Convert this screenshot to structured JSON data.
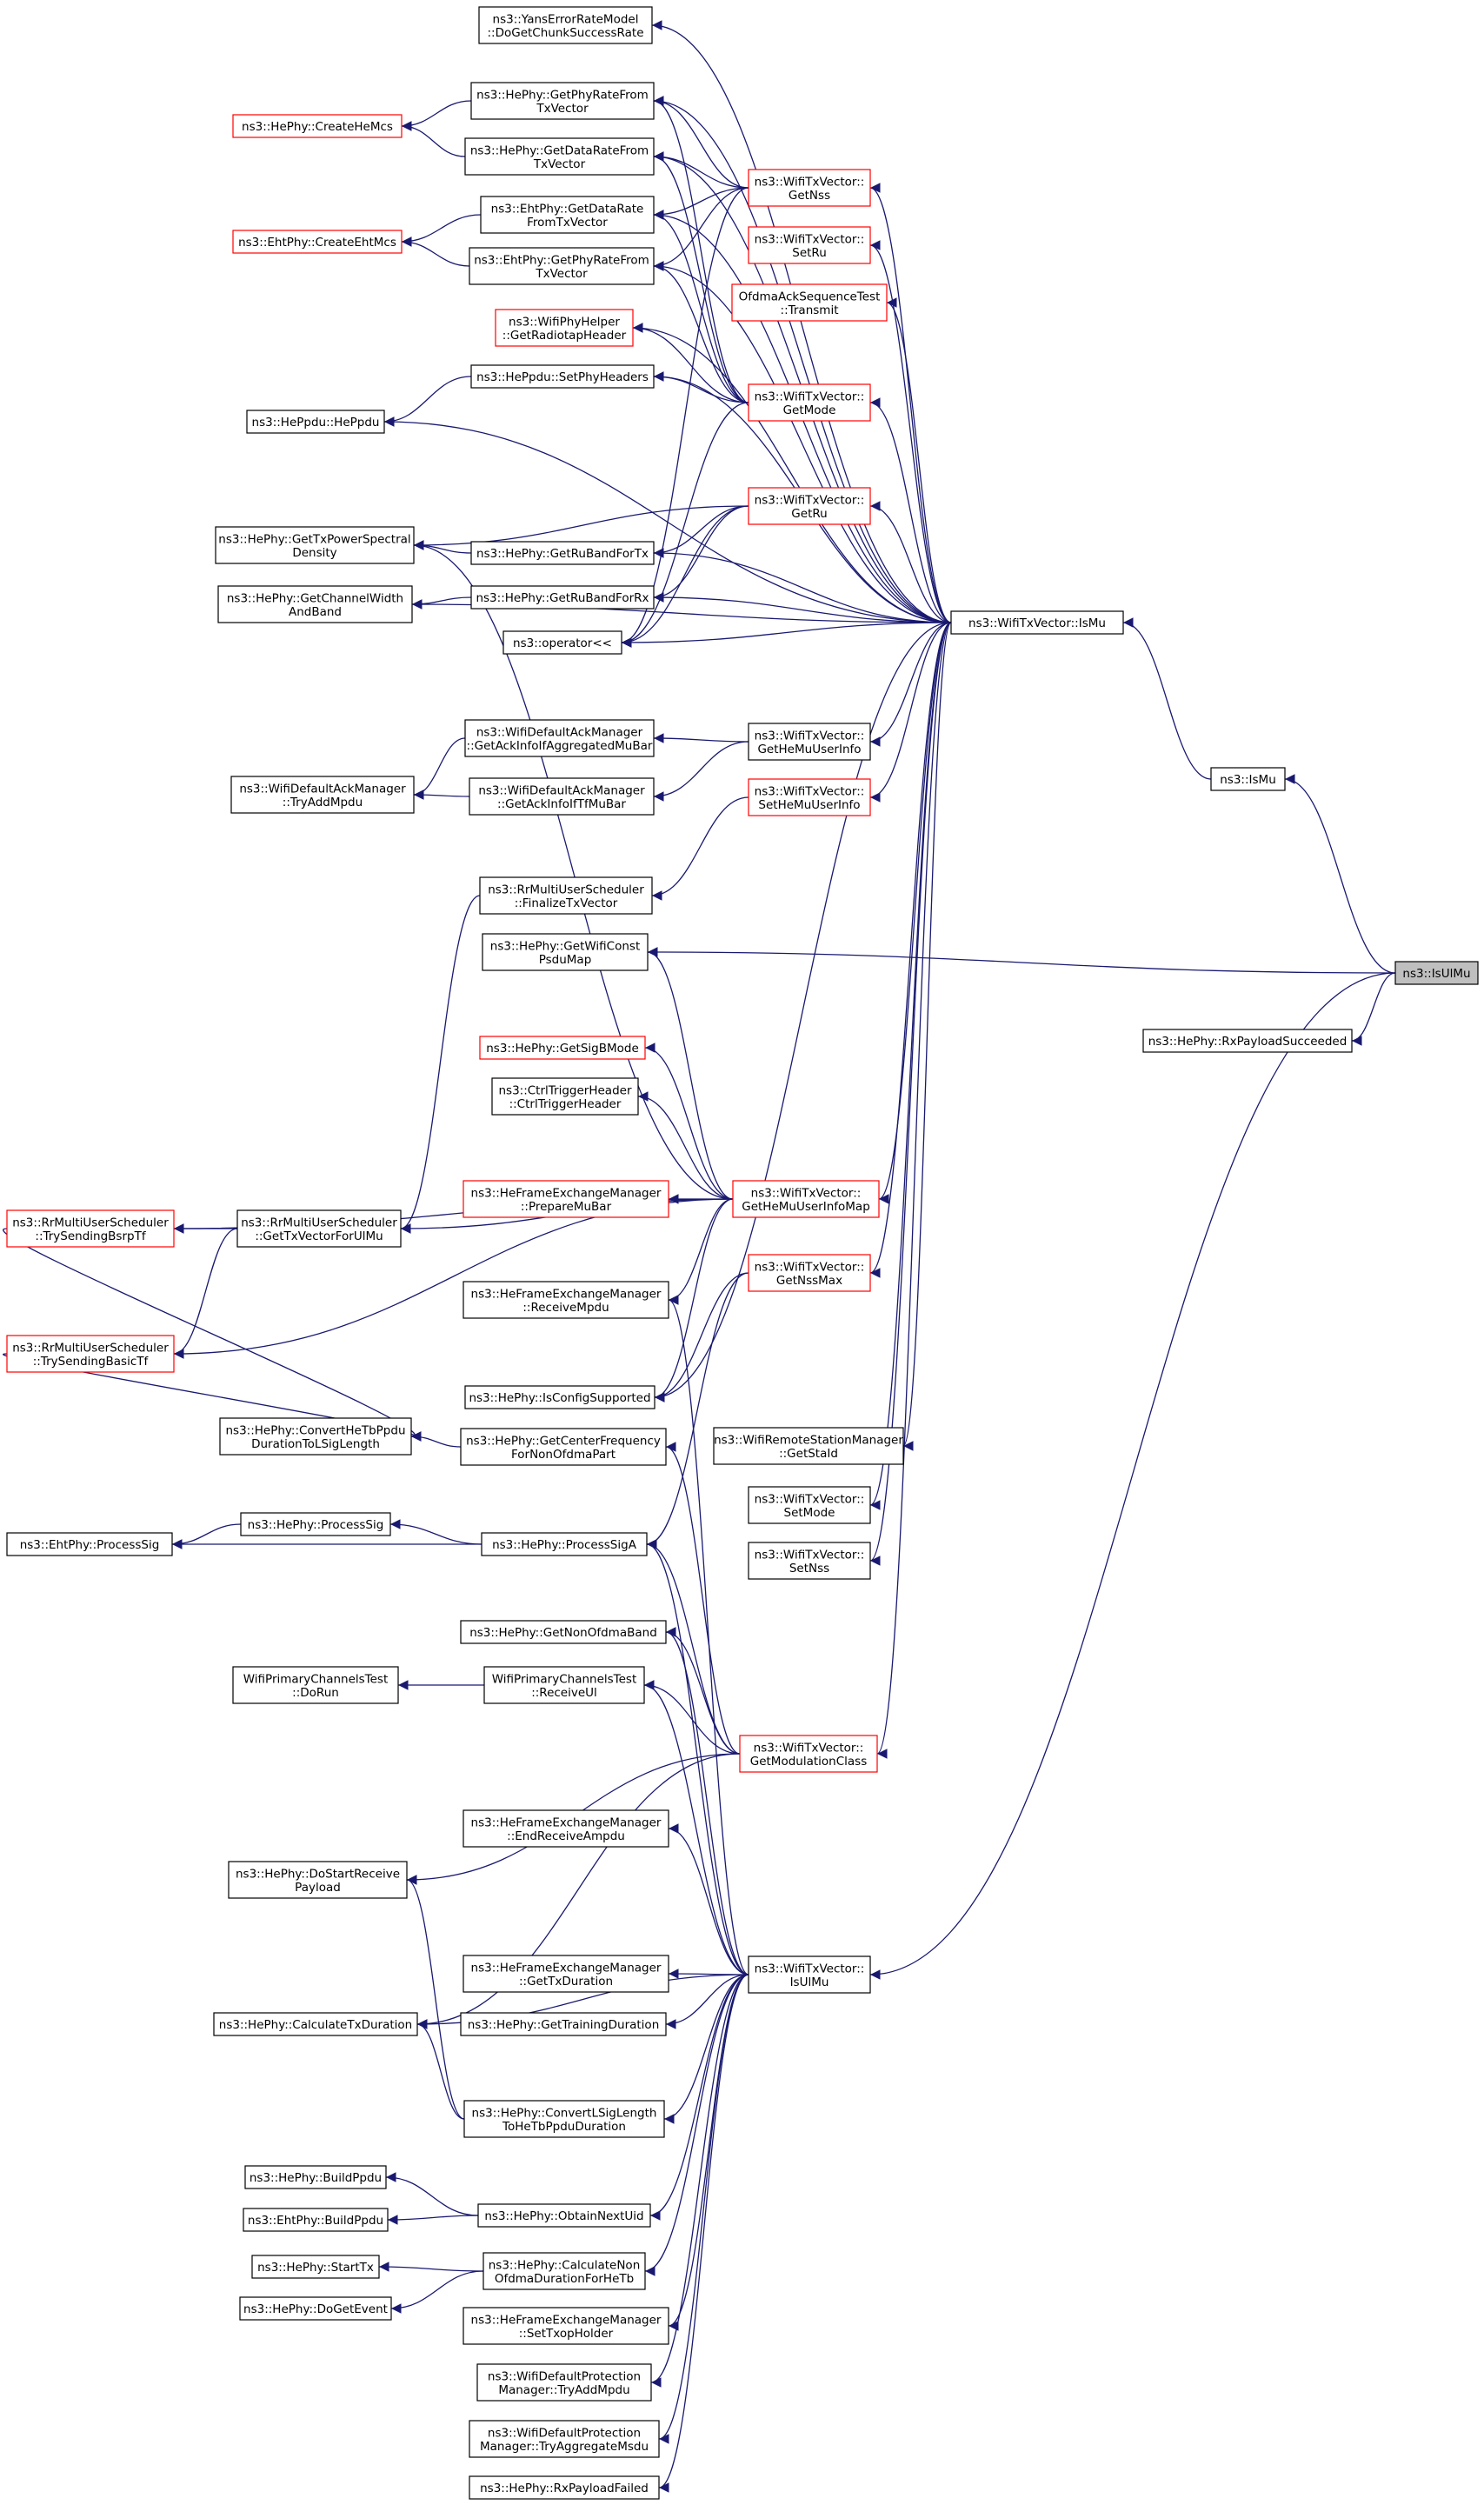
{
  "nodes": [
    {
      "id": "yans",
      "lines": [
        "ns3::YansErrorRateModel",
        "::DoGetChunkSuccessRate"
      ],
      "border": "black"
    },
    {
      "id": "hephy_getphyrate",
      "lines": [
        "ns3::HePhy::GetPhyRateFrom",
        "TxVector"
      ],
      "border": "black"
    },
    {
      "id": "hephy_createhemcs",
      "lines": [
        "ns3::HePhy::CreateHeMcs"
      ],
      "border": "red"
    },
    {
      "id": "hephy_getdatarate",
      "lines": [
        "ns3::HePhy::GetDataRateFrom",
        "TxVector"
      ],
      "border": "black"
    },
    {
      "id": "wtv_getnss",
      "lines": [
        "ns3::WifiTxVector::",
        "GetNss"
      ],
      "border": "red"
    },
    {
      "id": "ehtphy_getdatarate",
      "lines": [
        "ns3::EhtPhy::GetDataRate",
        "FromTxVector"
      ],
      "border": "black"
    },
    {
      "id": "ehtphy_createehtmcs",
      "lines": [
        "ns3::EhtPhy::CreateEhtMcs"
      ],
      "border": "red"
    },
    {
      "id": "wtv_setru",
      "lines": [
        "ns3::WifiTxVector::",
        "SetRu"
      ],
      "border": "red"
    },
    {
      "id": "ehtphy_getphyrate",
      "lines": [
        "ns3::EhtPhy::GetPhyRateFrom",
        "TxVector"
      ],
      "border": "black"
    },
    {
      "id": "ofdma_transmit",
      "lines": [
        "OfdmaAckSequenceTest",
        "::Transmit"
      ],
      "border": "red"
    },
    {
      "id": "wifiphyhelper",
      "lines": [
        "ns3::WifiPhyHelper",
        "::GetRadiotapHeader"
      ],
      "border": "red"
    },
    {
      "id": "heppdu_setphyheaders",
      "lines": [
        "ns3::HePpdu::SetPhyHeaders"
      ],
      "border": "black"
    },
    {
      "id": "wtv_getmode",
      "lines": [
        "ns3::WifiTxVector::",
        "GetMode"
      ],
      "border": "red"
    },
    {
      "id": "heppdu_heppdu",
      "lines": [
        "ns3::HePpdu::HePpdu"
      ],
      "border": "black"
    },
    {
      "id": "wtv_getru",
      "lines": [
        "ns3::WifiTxVector::",
        "GetRu"
      ],
      "border": "red"
    },
    {
      "id": "hephy_gettxpower",
      "lines": [
        "ns3::HePhy::GetTxPowerSpectral",
        "Density"
      ],
      "border": "black"
    },
    {
      "id": "hephy_getrubandfortx",
      "lines": [
        "ns3::HePhy::GetRuBandForTx"
      ],
      "border": "black"
    },
    {
      "id": "hephy_getchannelwidth",
      "lines": [
        "ns3::HePhy::GetChannelWidth",
        "AndBand"
      ],
      "border": "black"
    },
    {
      "id": "hephy_getrubandforrx",
      "lines": [
        "ns3::HePhy::GetRuBandForRx"
      ],
      "border": "black"
    },
    {
      "id": "wtv_ismu",
      "lines": [
        "ns3::WifiTxVector::IsMu"
      ],
      "border": "black"
    },
    {
      "id": "operator",
      "lines": [
        "ns3::operator<<"
      ],
      "border": "black"
    },
    {
      "id": "wdam_getackinfoagg",
      "lines": [
        "ns3::WifiDefaultAckManager",
        "::GetAckInfoIfAggregatedMuBar"
      ],
      "border": "black"
    },
    {
      "id": "wtv_gethemuuserinfo",
      "lines": [
        "ns3::WifiTxVector::",
        "GetHeMuUserInfo"
      ],
      "border": "black"
    },
    {
      "id": "wdam_tryaddmpdu",
      "lines": [
        "ns3::WifiDefaultAckManager",
        "::TryAddMpdu"
      ],
      "border": "black"
    },
    {
      "id": "wdam_getackinfotf",
      "lines": [
        "ns3::WifiDefaultAckManager",
        "::GetAckInfoIfTfMuBar"
      ],
      "border": "black"
    },
    {
      "id": "wtv_sethemuuserinfo",
      "lines": [
        "ns3::WifiTxVector::",
        "SetHeMuUserInfo"
      ],
      "border": "red"
    },
    {
      "id": "ismu",
      "lines": [
        "ns3::IsMu"
      ],
      "border": "black"
    },
    {
      "id": "rrmus_finalize",
      "lines": [
        "ns3::RrMultiUserScheduler",
        "::FinalizeTxVector"
      ],
      "border": "black"
    },
    {
      "id": "hephy_getwificonst",
      "lines": [
        "ns3::HePhy::GetWifiConst",
        "PsduMap"
      ],
      "border": "black"
    },
    {
      "id": "isulmu",
      "lines": [
        "ns3::IsUlMu"
      ],
      "border": "black",
      "selected": true
    },
    {
      "id": "hephy_rxpayloadsucceeded",
      "lines": [
        "ns3::HePhy::RxPayloadSucceeded"
      ],
      "border": "black"
    },
    {
      "id": "hephy_getsigbmode",
      "lines": [
        "ns3::HePhy::GetSigBMode"
      ],
      "border": "red"
    },
    {
      "id": "ctrltrigger",
      "lines": [
        "ns3::CtrlTriggerHeader",
        "::CtrlTriggerHeader"
      ],
      "border": "black"
    },
    {
      "id": "hefem_preparemubar",
      "lines": [
        "ns3::HeFrameExchangeManager",
        "::PrepareMuBar"
      ],
      "border": "red"
    },
    {
      "id": "wtv_gethemuuserinfomap",
      "lines": [
        "ns3::WifiTxVector::",
        "GetHeMuUserInfoMap"
      ],
      "border": "red"
    },
    {
      "id": "rrmus_trysendingbsrptf",
      "lines": [
        "ns3::RrMultiUserScheduler",
        "::TrySendingBsrpTf"
      ],
      "border": "red"
    },
    {
      "id": "rrmus_gettxvectorforulmu",
      "lines": [
        "ns3::RrMultiUserScheduler",
        "::GetTxVectorForUlMu"
      ],
      "border": "black"
    },
    {
      "id": "wtv_getnssmax",
      "lines": [
        "ns3::WifiTxVector::",
        "GetNssMax"
      ],
      "border": "red"
    },
    {
      "id": "hefem_receivempdu",
      "lines": [
        "ns3::HeFrameExchangeManager",
        "::ReceiveMpdu"
      ],
      "border": "black"
    },
    {
      "id": "rrmus_trysendingbasictf",
      "lines": [
        "ns3::RrMultiUserScheduler",
        "::TrySendingBasicTf"
      ],
      "border": "red"
    },
    {
      "id": "hephy_isconfigsupported",
      "lines": [
        "ns3::HePhy::IsConfigSupported"
      ],
      "border": "black"
    },
    {
      "id": "hephy_convertheTb",
      "lines": [
        "ns3::HePhy::ConvertHeTbPpdu",
        "DurationToLSigLength"
      ],
      "border": "black"
    },
    {
      "id": "hephy_getcenterfreq",
      "lines": [
        "ns3::HePhy::GetCenterFrequency",
        "ForNonOfdmaPart"
      ],
      "border": "black"
    },
    {
      "id": "wrsm_getstaid",
      "lines": [
        "ns3::WifiRemoteStationManager",
        "::GetStaId"
      ],
      "border": "black"
    },
    {
      "id": "wtv_setmode",
      "lines": [
        "ns3::WifiTxVector::",
        "SetMode"
      ],
      "border": "black"
    },
    {
      "id": "hephy_processsig",
      "lines": [
        "ns3::HePhy::ProcessSig"
      ],
      "border": "black"
    },
    {
      "id": "ehtphy_processsig",
      "lines": [
        "ns3::EhtPhy::ProcessSig"
      ],
      "border": "black"
    },
    {
      "id": "hephy_processsiga",
      "lines": [
        "ns3::HePhy::ProcessSigA"
      ],
      "border": "black"
    },
    {
      "id": "wtv_setnss",
      "lines": [
        "ns3::WifiTxVector::",
        "SetNss"
      ],
      "border": "black"
    },
    {
      "id": "hephy_getnonofdmaband",
      "lines": [
        "ns3::HePhy::GetNonOfdmaBand"
      ],
      "border": "black"
    },
    {
      "id": "wpct_dorun",
      "lines": [
        "WifiPrimaryChannelsTest",
        "::DoRun"
      ],
      "border": "black"
    },
    {
      "id": "wpct_receiveul",
      "lines": [
        "WifiPrimaryChannelsTest",
        "::ReceiveUl"
      ],
      "border": "black"
    },
    {
      "id": "wtv_getmodulationclass",
      "lines": [
        "ns3::WifiTxVector::",
        "GetModulationClass"
      ],
      "border": "red"
    },
    {
      "id": "hefem_endreceiveampdu",
      "lines": [
        "ns3::HeFrameExchangeManager",
        "::EndReceiveAmpdu"
      ],
      "border": "black"
    },
    {
      "id": "hephy_dostartreceive",
      "lines": [
        "ns3::HePhy::DoStartReceive",
        "Payload"
      ],
      "border": "black"
    },
    {
      "id": "hefem_gettxduration",
      "lines": [
        "ns3::HeFrameExchangeManager",
        "::GetTxDuration"
      ],
      "border": "black"
    },
    {
      "id": "wtv_isulmu",
      "lines": [
        "ns3::WifiTxVector::",
        "IsUlMu"
      ],
      "border": "black"
    },
    {
      "id": "hephy_calculatetxduration",
      "lines": [
        "ns3::HePhy::CalculateTxDuration"
      ],
      "border": "black"
    },
    {
      "id": "hephy_gettrainingduration",
      "lines": [
        "ns3::HePhy::GetTrainingDuration"
      ],
      "border": "black"
    },
    {
      "id": "hephy_convertlsig",
      "lines": [
        "ns3::HePhy::ConvertLSigLength",
        "ToHeTbPpduDuration"
      ],
      "border": "black"
    },
    {
      "id": "hephy_buildppdu",
      "lines": [
        "ns3::HePhy::BuildPpdu"
      ],
      "border": "black"
    },
    {
      "id": "hephy_obtainnextuid",
      "lines": [
        "ns3::HePhy::ObtainNextUid"
      ],
      "border": "black"
    },
    {
      "id": "ehtphy_buildppdu",
      "lines": [
        "ns3::EhtPhy::BuildPpdu"
      ],
      "border": "black"
    },
    {
      "id": "hephy_starttx",
      "lines": [
        "ns3::HePhy::StartTx"
      ],
      "border": "black"
    },
    {
      "id": "hephy_calcnonofdma",
      "lines": [
        "ns3::HePhy::CalculateNon",
        "OfdmaDurationForHeTb"
      ],
      "border": "black"
    },
    {
      "id": "hephy_dogetevent",
      "lines": [
        "ns3::HePhy::DoGetEvent"
      ],
      "border": "black"
    },
    {
      "id": "hefem_setxopholder",
      "lines": [
        "ns3::HeFrameExchangeManager",
        "::SetTxopHolder"
      ],
      "border": "black"
    },
    {
      "id": "wdpm_tryaddmpdu",
      "lines": [
        "ns3::WifiDefaultProtection",
        "Manager::TryAddMpdu"
      ],
      "border": "black"
    },
    {
      "id": "wdpm_tryaggregatemsdu",
      "lines": [
        "ns3::WifiDefaultProtection",
        "Manager::TryAggregateMsdu"
      ],
      "border": "black"
    },
    {
      "id": "hephy_rxpayloadfailed",
      "lines": [
        "ns3::HePhy::RxPayloadFailed"
      ],
      "border": "black"
    }
  ],
  "edges": [
    [
      "yans",
      "wtv_ismu"
    ],
    [
      "hephy_getphyrate",
      "wtv_ismu"
    ],
    [
      "hephy_createhemcs",
      "hephy_getphyrate"
    ],
    [
      "hephy_createhemcs",
      "hephy_getdatarate"
    ],
    [
      "hephy_getdatarate",
      "wtv_ismu"
    ],
    [
      "wtv_getnss",
      "wtv_ismu"
    ],
    [
      "ehtphy_getdatarate",
      "wtv_ismu"
    ],
    [
      "ehtphy_createehtmcs",
      "ehtphy_getdatarate"
    ],
    [
      "ehtphy_createehtmcs",
      "ehtphy_getphyrate"
    ],
    [
      "wtv_setru",
      "wtv_ismu"
    ],
    [
      "ehtphy_getphyrate",
      "wtv_ismu"
    ],
    [
      "ofdma_transmit",
      "wtv_ismu"
    ],
    [
      "wifiphyhelper",
      "wtv_ismu"
    ],
    [
      "heppdu_setphyheaders",
      "wtv_ismu"
    ],
    [
      "heppdu_heppdu",
      "heppdu_setphyheaders"
    ],
    [
      "wtv_getmode",
      "wtv_ismu"
    ],
    [
      "heppdu_heppdu",
      "wtv_ismu"
    ],
    [
      "wtv_getru",
      "wtv_ismu"
    ],
    [
      "hephy_gettxpower",
      "hephy_getrubandfortx"
    ],
    [
      "hephy_getrubandfortx",
      "wtv_ismu"
    ],
    [
      "hephy_getchannelwidth",
      "hephy_getrubandforrx"
    ],
    [
      "hephy_getrubandforrx",
      "wtv_ismu"
    ],
    [
      "operator",
      "wtv_ismu"
    ],
    [
      "hephy_getchannelwidth",
      "wtv_ismu"
    ],
    [
      "wtv_gethemuuserinfo",
      "wtv_ismu"
    ],
    [
      "wtv_sethemuuserinfo",
      "wtv_ismu"
    ],
    [
      "wdam_tryaddmpdu",
      "wdam_getackinfoagg"
    ],
    [
      "wdam_tryaddmpdu",
      "wdam_getackinfotf"
    ],
    [
      "wtv_ismu",
      "ismu"
    ],
    [
      "ismu",
      "isulmu"
    ],
    [
      "hephy_getwificonst",
      "isulmu"
    ],
    [
      "hephy_rxpayloadsucceeded",
      "isulmu"
    ],
    [
      "wtv_isulmu",
      "isulmu"
    ],
    [
      "hephy_getphyrate",
      "wtv_getnss"
    ],
    [
      "hephy_getdatarate",
      "wtv_getnss"
    ],
    [
      "ehtphy_getdatarate",
      "wtv_getnss"
    ],
    [
      "ehtphy_getphyrate",
      "wtv_getnss"
    ],
    [
      "operator",
      "wtv_getnss"
    ],
    [
      "hephy_getphyrate",
      "wtv_getmode"
    ],
    [
      "hephy_getdatarate",
      "wtv_getmode"
    ],
    [
      "ehtphy_getdatarate",
      "wtv_getmode"
    ],
    [
      "ehtphy_getphyrate",
      "wtv_getmode"
    ],
    [
      "wifiphyhelper",
      "wtv_getmode"
    ],
    [
      "heppdu_setphyheaders",
      "wtv_getmode"
    ],
    [
      "operator",
      "wtv_getmode"
    ],
    [
      "hephy_gettxpower",
      "wtv_getru"
    ],
    [
      "hephy_getrubandfortx",
      "wtv_getru"
    ],
    [
      "hephy_getrubandforrx",
      "wtv_getru"
    ],
    [
      "operator",
      "wtv_getru"
    ],
    [
      "wdam_getackinfoagg",
      "wtv_gethemuuserinfo"
    ],
    [
      "wdam_getackinfotf",
      "wtv_gethemuuserinfo"
    ],
    [
      "rrmus_finalize",
      "wtv_sethemuuserinfo"
    ],
    [
      "rrmus_gettxvectorforulmu",
      "rrmus_finalize"
    ],
    [
      "rrmus_trysendingbsrptf",
      "rrmus_gettxvectorforulmu"
    ],
    [
      "rrmus_trysendingbasictf",
      "rrmus_gettxvectorforulmu"
    ],
    [
      "hephy_getsigbmode",
      "wtv_gethemuuserinfomap"
    ],
    [
      "ctrltrigger",
      "wtv_gethemuuserinfomap"
    ],
    [
      "hefem_preparemubar",
      "wtv_gethemuuserinfomap"
    ],
    [
      "rrmus_trysendingbsrptf",
      "wtv_gethemuuserinfomap"
    ],
    [
      "rrmus_gettxvectorforulmu",
      "wtv_gethemuuserinfomap"
    ],
    [
      "hefem_receivempdu",
      "wtv_gethemuuserinfomap"
    ],
    [
      "rrmus_trysendingbasictf",
      "wtv_gethemuuserinfomap"
    ],
    [
      "hephy_isconfigsupported",
      "wtv_gethemuuserinfomap"
    ],
    [
      "hephy_getwificonst",
      "wtv_gethemuuserinfomap"
    ],
    [
      "hephy_gettxpower",
      "wtv_gethemuuserinfomap"
    ],
    [
      "hephy_isconfigsupported",
      "wtv_getnssmax"
    ],
    [
      "hephy_processsiga",
      "wtv_getnssmax"
    ],
    [
      "hephy_convertheTb",
      "rrmus_trysendingbsrptf"
    ],
    [
      "hephy_convertheTb",
      "rrmus_trysendingbasictf"
    ],
    [
      "hephy_processsig",
      "hephy_processsiga"
    ],
    [
      "ehtphy_processsig",
      "hephy_processsig"
    ],
    [
      "ehtphy_processsig",
      "hephy_processsiga"
    ],
    [
      "wpct_dorun",
      "wpct_receiveul"
    ],
    [
      "hephy_processsiga",
      "wtv_getmodulationclass"
    ],
    [
      "hephy_getnonofdmaband",
      "wtv_getmodulationclass"
    ],
    [
      "wpct_receiveul",
      "wtv_getmodulationclass"
    ],
    [
      "hephy_getcenterfreq",
      "wtv_getmodulationclass"
    ],
    [
      "hephy_dostartreceive",
      "wtv_getmodulationclass"
    ],
    [
      "hephy_calculatetxduration",
      "wtv_getmodulationclass"
    ],
    [
      "hefem_endreceiveampdu",
      "wtv_isulmu"
    ],
    [
      "hefem_gettxduration",
      "wtv_isulmu"
    ],
    [
      "hephy_gettrainingduration",
      "wtv_isulmu"
    ],
    [
      "hephy_calculatetxduration",
      "wtv_isulmu"
    ],
    [
      "hephy_convertlsig",
      "wtv_isulmu"
    ],
    [
      "hephy_obtainnextuid",
      "wtv_isulmu"
    ],
    [
      "hephy_calcnonofdma",
      "wtv_isulmu"
    ],
    [
      "hefem_setxopholder",
      "wtv_isulmu"
    ],
    [
      "wdpm_tryaddmpdu",
      "wtv_isulmu"
    ],
    [
      "wdpm_tryaggregatemsdu",
      "wtv_isulmu"
    ],
    [
      "hephy_rxpayloadfailed",
      "wtv_isulmu"
    ],
    [
      "hephy_buildppdu",
      "hephy_obtainnextuid"
    ],
    [
      "ehtphy_buildppdu",
      "hephy_obtainnextuid"
    ],
    [
      "hephy_starttx",
      "hephy_calcnonofdma"
    ],
    [
      "hephy_dogetevent",
      "hephy_calcnonofdma"
    ],
    [
      "hephy_calculatetxduration",
      "hephy_convertlsig"
    ],
    [
      "hephy_dostartreceive",
      "hephy_convertlsig"
    ],
    [
      "hephy_convertheTb",
      "hephy_getcenterfreq"
    ],
    [
      "hephy_processsiga",
      "wtv_isulmu"
    ],
    [
      "hephy_getnonofdmaband",
      "wtv_isulmu"
    ],
    [
      "wpct_receiveul",
      "wtv_isulmu"
    ],
    [
      "hefem_receivempdu",
      "wtv_isulmu"
    ],
    [
      "wrsm_getstaid",
      "wtv_ismu"
    ],
    [
      "wtv_setmode",
      "wtv_ismu"
    ],
    [
      "wtv_setnss",
      "wtv_ismu"
    ],
    [
      "wtv_getnssmax",
      "wtv_ismu"
    ],
    [
      "wtv_gethemuuserinfomap",
      "wtv_ismu"
    ],
    [
      "wtv_getmodulationclass",
      "wtv_ismu"
    ],
    [
      "hephy_isconfigsupported",
      "wtv_ismu"
    ]
  ]
}
